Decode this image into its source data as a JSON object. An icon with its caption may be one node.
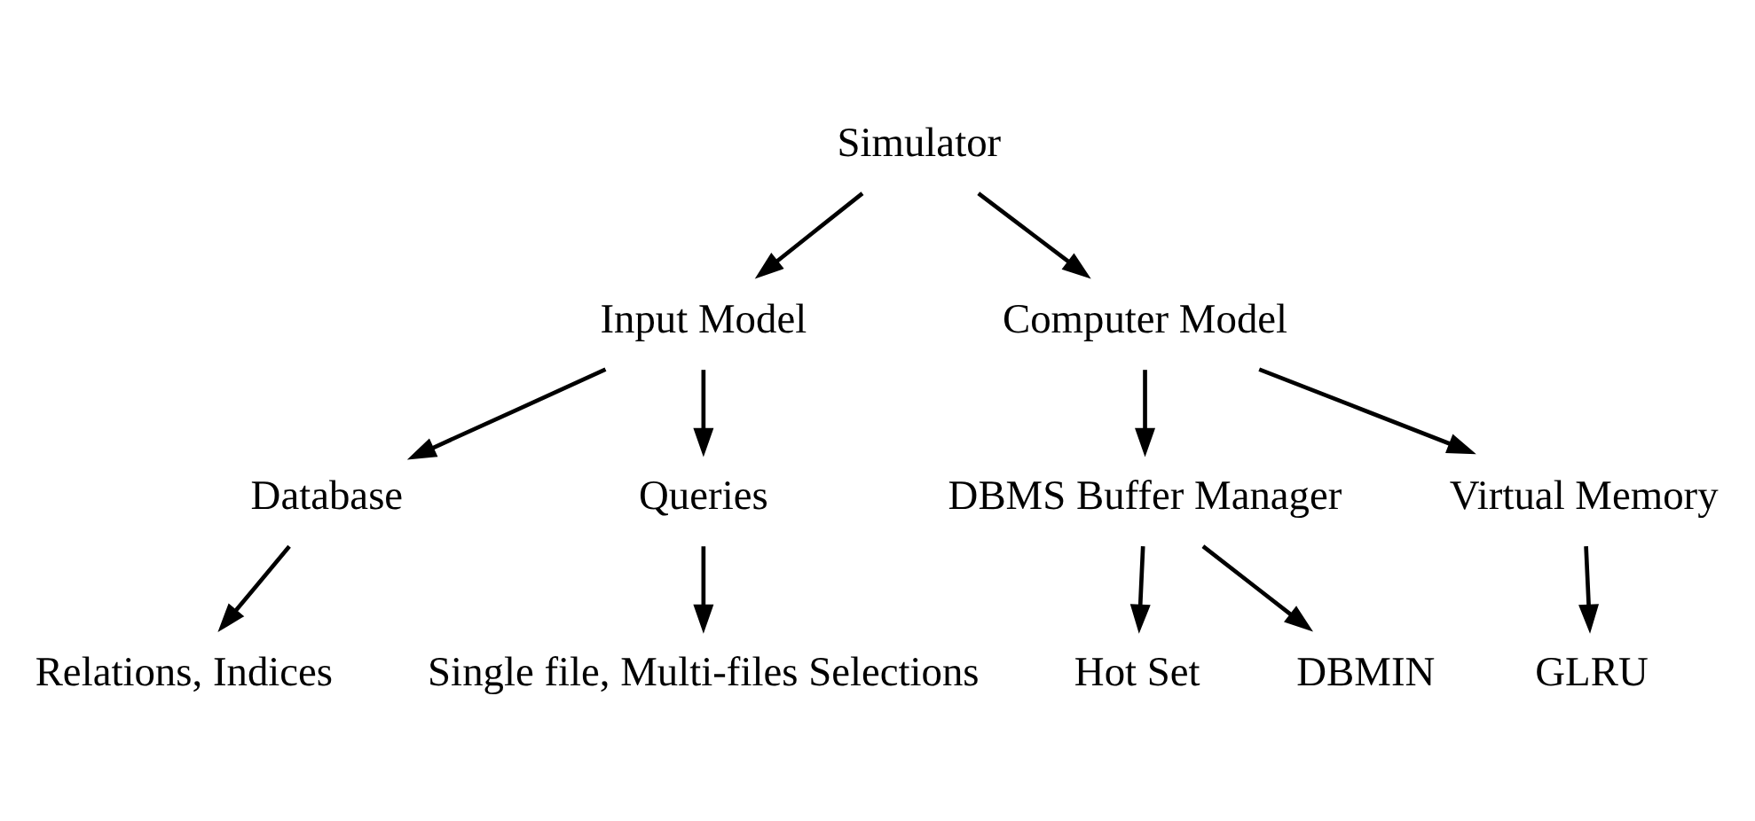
{
  "diagram": {
    "nodes": [
      {
        "text": [
          "Simulator"
        ]
      },
      {
        "text": [
          "Input Model"
        ]
      },
      {
        "text": [
          "Computer Model"
        ]
      },
      {
        "text": [
          "Database"
        ]
      },
      {
        "text": [
          "Queries"
        ]
      },
      {
        "text": [
          "DBMS Buffer Manager"
        ]
      },
      {
        "text": [
          "Virtual Memory"
        ]
      },
      {
        "text": [
          "Relations, Indices"
        ]
      },
      {
        "text": [
          "Single file, Multi-files Selections"
        ]
      },
      {
        "text": [
          "Hot Set"
        ]
      },
      {
        "text": [
          "DBMIN"
        ]
      },
      {
        "text": [
          "GLRU"
        ]
      }
    ],
    "edges": [
      {
        "from": 0,
        "to": 1,
        "arrow": "to"
      },
      {
        "from": 0,
        "to": 2,
        "arrow": "to"
      },
      {
        "from": 1,
        "to": 3,
        "arrow": "to"
      },
      {
        "from": 1,
        "to": 4,
        "arrow": "to"
      },
      {
        "from": 2,
        "to": 5,
        "arrow": "to"
      },
      {
        "from": 2,
        "to": 6,
        "arrow": "to"
      },
      {
        "from": 3,
        "to": 7,
        "arrow": "to"
      },
      {
        "from": 4,
        "to": 8,
        "arrow": "to"
      },
      {
        "from": 5,
        "to": 9,
        "arrow": "to"
      },
      {
        "from": 5,
        "to": 10,
        "arrow": "to"
      },
      {
        "from": 6,
        "to": 11,
        "arrow": "to"
      }
    ]
  }
}
